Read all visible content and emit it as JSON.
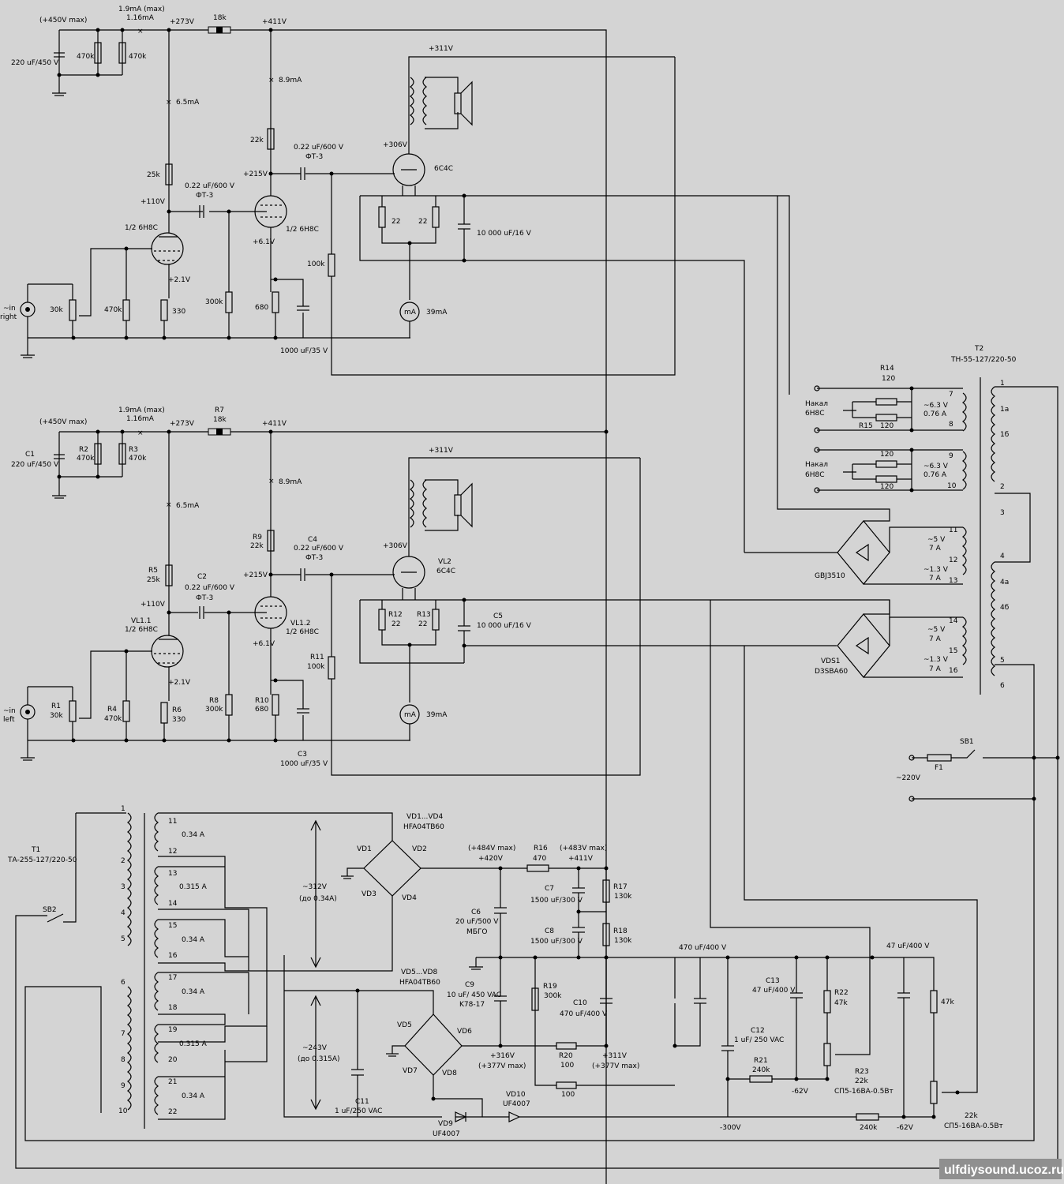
{
  "watermark": "ulfdiysound.ucoz.ru",
  "channel_right": {
    "input_label_1": "~in",
    "input_label_2": "right",
    "pot": "30k",
    "r_grid": "470k",
    "r_cath1": "330",
    "v_cath1": "+2.1V",
    "tube1": "1/2 6Н8С",
    "v_plate1": "+110V",
    "r_plate1": "25k",
    "i_plate1": "6.5mA",
    "c_coupling": "0.22 uF/600 V",
    "c_coupling_type": "ФТ-3",
    "r_grid2": "300k",
    "tube2": "1/2 6Н8С",
    "v_plate2": "+215V",
    "v_cath2": "+6.1V",
    "r_cath2": "680",
    "c_cath2": "1000 uF/35 V",
    "r_plate2": "22k",
    "i_plate2": "8.9mA",
    "c_out": "0.22 uF/600 V",
    "c_out_type": "ФТ-3",
    "r_grid3": "100k",
    "tube3": "6С4С",
    "v_plate3": "+306V",
    "v_supply3": "+311V",
    "r_fil_a": "22",
    "r_fil_b": "22",
    "c_fil": "10 000 uF/16 V",
    "meter": "mA",
    "meter_val": "39mA",
    "v_node273": "+273V",
    "r_drop": "18k",
    "v_node411": "+411V",
    "i_max": "1.9mA (max)",
    "i_nom": "1.16mA",
    "v_max": "(+450V max)",
    "c_reservoir": "220 uF/450 V",
    "r_bleed1": "470k",
    "r_bleed2": "470k"
  },
  "channel_left": {
    "input_label_1": "~in",
    "input_label_2": "left",
    "R1": "R1",
    "pot": "30k",
    "R4": "R4",
    "r_grid": "470k",
    "R6": "R6",
    "r_cath1": "330",
    "v_cath1": "+2.1V",
    "VL11": "VL1.1",
    "tube1": "1/2 6Н8С",
    "v_plate1": "+110V",
    "R5": "R5",
    "r_plate1": "25k",
    "i_plate1": "6.5mA",
    "C2": "C2",
    "c_coupling": "0.22 uF/600 V",
    "c_coupling_type": "ФТ-3",
    "R8": "R8",
    "r_grid2": "300k",
    "VL12": "VL1.2",
    "tube2": "1/2 6Н8С",
    "v_plate2": "+215V",
    "v_cath2": "+6.1V",
    "R10": "R10",
    "r_cath2": "680",
    "C3": "C3",
    "c_cath2": "1000 uF/35 V",
    "R9": "R9",
    "r_plate2": "22k",
    "i_plate2": "8.9mA",
    "C4": "C4",
    "c_out": "0.22 uF/600 V",
    "c_out_type": "ФТ-3",
    "R11": "R11",
    "r_grid3": "100k",
    "VL2": "VL2",
    "tube3": "6С4С",
    "v_plate3": "+306V",
    "v_supply3": "+311V",
    "R12": "R12",
    "r_fil_a": "22",
    "R13": "R13",
    "r_fil_b": "22",
    "C5": "C5",
    "c_fil": "10 000 uF/16 V",
    "meter": "mA",
    "meter_val": "39mA",
    "v_node273": "+273V",
    "R7": "R7",
    "r_drop": "18k",
    "v_node411": "+411V",
    "i_max": "1.9mA (max)",
    "i_nom": "1.16mA",
    "v_max": "(+450V max)",
    "C1": "C1",
    "c_reservoir": "220 uF/450 V",
    "R2": "R2",
    "r_bleed1": "470k",
    "R3": "R3",
    "r_bleed2": "470k"
  },
  "t2": {
    "name": "T2",
    "type": "ТН-55-127/220-50",
    "R14": "R14",
    "r14": "120",
    "R15": "R15",
    "r15": "120",
    "r_b1": "120",
    "r_b2": "120",
    "nakal1": "Накал",
    "tube_a": "6Н8С",
    "nakal2": "Накал",
    "tube_b": "6Н8С",
    "w1_v": "~6.3 V",
    "w1_a": "0.76 A",
    "w2_v": "~6.3 V",
    "w2_a": "0.76 A",
    "w3_v": "~5 V",
    "w3_a": "7 A",
    "w4_v": "~1.3 V",
    "w4_a": "7 A",
    "w5_v": "~5 V",
    "w5_a": "7 A",
    "w6_v": "~1.3 V",
    "w6_a": "7 A",
    "bridge1": "GBJ3510",
    "VDS1": "VDS1",
    "bridge2": "D3SBA60",
    "pins_left": [
      "7",
      "8",
      "9",
      "10",
      "11",
      "12",
      "13",
      "14",
      "15",
      "16"
    ],
    "pins_right": [
      "1",
      "1а",
      "1б",
      "2",
      "3",
      "4",
      "4а",
      "4б",
      "5",
      "6"
    ]
  },
  "mains": {
    "SB1": "SB1",
    "F1": "F1",
    "v": "~220V"
  },
  "t1": {
    "name": "T1",
    "type": "ТА-255-127/220-50",
    "SB2": "SB2",
    "pins_primary": [
      "1",
      "2",
      "3",
      "4",
      "5",
      "6",
      "7",
      "8",
      "9",
      "10"
    ],
    "pins_secondary": [
      "11",
      "12",
      "13",
      "14",
      "15",
      "16",
      "17",
      "18",
      "19",
      "20",
      "21",
      "22"
    ],
    "w_a": [
      "0.34 A",
      "0.315 A",
      "0.34 A",
      "0.34 A",
      "0.315 A",
      "0.34 A"
    ],
    "v_hi": "~312V",
    "v_hi_i": "(до 0.34A)",
    "v_lo": "~243V",
    "v_lo_i": "(до 0.315A)"
  },
  "psu": {
    "vd14": "VD1...VD4",
    "vd14_type": "HFA04TB60",
    "VD1": "VD1",
    "VD2": "VD2",
    "VD3": "VD3",
    "VD4": "VD4",
    "vd58": "VD5...VD8",
    "vd58_type": "HFA04TB60",
    "VD5": "VD5",
    "VD6": "VD6",
    "VD7": "VD7",
    "VD8": "VD8",
    "v484": "(+484V max)",
    "v420": "+420V",
    "R16": "R16",
    "r16": "470",
    "v483": "(+483V max)",
    "v411": "+411V",
    "C6": "C6",
    "c6": "20 uF/500 V",
    "c6_type": "МБГО",
    "C7": "C7",
    "c7": "1500 uF/300 V",
    "C8": "C8",
    "c8": "1500 uF/300 V",
    "R17": "R17",
    "r17": "130k",
    "R18": "R18",
    "r18": "130k",
    "C9": "C9",
    "c9": "10 uF/ 450 VAC",
    "c9_type": "K78-17",
    "R19": "R19",
    "r19": "300k",
    "C10": "C10",
    "c10": "470 uF/400 V",
    "v316": "+316V",
    "v377a": "(+377V max)",
    "R20": "R20",
    "r20": "100",
    "v311": "+311V",
    "v377b": "(+377V max)",
    "r_b": "100",
    "c470": "470 uF/400 V",
    "c47": "47 uF/400 V",
    "C13": "C13",
    "c13": "47 uF/400 V",
    "C12": "C12",
    "c12": "1 uF/ 250 VAC",
    "R21": "R21",
    "r21": "240k",
    "R22": "R22",
    "r22": "47k",
    "R23": "R23",
    "r23": "22k",
    "r23_type": "СП5-16ВА-0.5Вт",
    "v62a": "-62V",
    "v62b": "-62V",
    "v300": "-300V",
    "r240": "240k",
    "r47": "47k",
    "r22k": "22k",
    "r22k_type": "СП5-16ВА-0.5Вт",
    "C11": "C11",
    "c11": "1 uF/250 VAC",
    "VD9": "VD9",
    "vd9": "UF4007",
    "VD10": "VD10",
    "vd10": "UF4007"
  }
}
